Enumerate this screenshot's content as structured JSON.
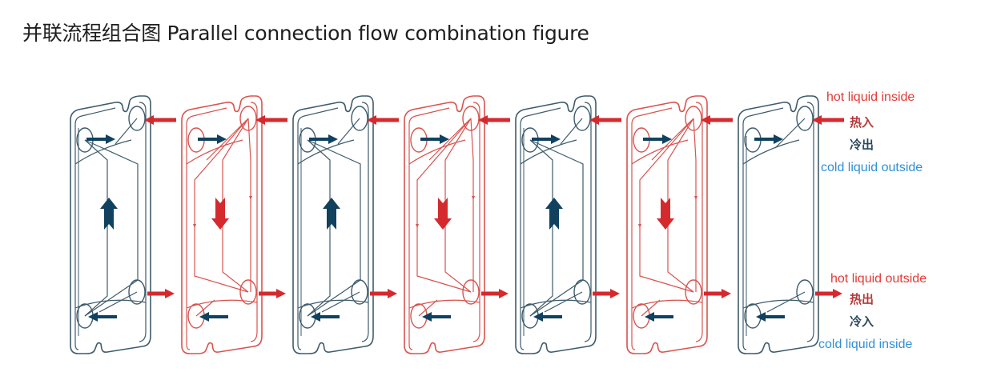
{
  "title": "并联流程组合图 Parallel connection flow combination figure",
  "colors": {
    "hot": "#d42a2e",
    "hot_plate": "#d9534f",
    "cold": "#10415f",
    "cold_plate": "#3e5b6b",
    "label_hot": "#e53935",
    "label_cold": "#2f8fd8",
    "cn_hot": "#b43a3a",
    "cn_cold": "#2b4a5c"
  },
  "plates": [
    {
      "type": "cold",
      "flow": "up"
    },
    {
      "type": "hot",
      "flow": "down"
    },
    {
      "type": "cold",
      "flow": "up"
    },
    {
      "type": "hot",
      "flow": "down"
    },
    {
      "type": "cold",
      "flow": "up"
    },
    {
      "type": "hot",
      "flow": "down"
    },
    {
      "type": "end",
      "flow": "none"
    }
  ],
  "labels": {
    "top": {
      "hot_en": "hot liquid inside",
      "hot_cn": "热入",
      "cold_cn": "冷出",
      "cold_en": "cold liquid outside"
    },
    "bottom": {
      "hot_en": "hot liquid outside",
      "hot_cn": "热出",
      "cold_cn": "冷入",
      "cold_en": "cold liquid inside"
    }
  }
}
